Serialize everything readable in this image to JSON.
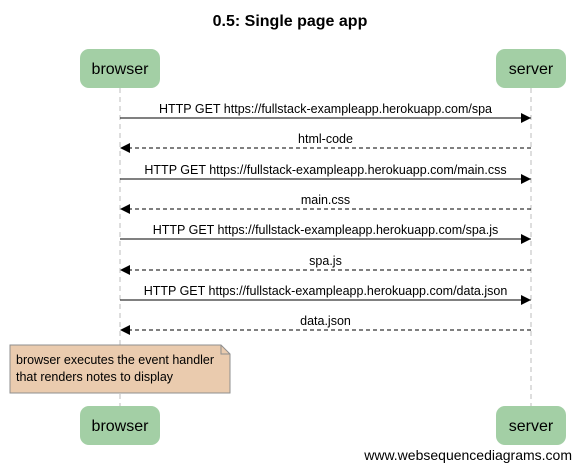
{
  "title": "0.5: Single page app",
  "actors": {
    "browser": "browser",
    "server": "server"
  },
  "messages": [
    {
      "text": "HTTP GET https://fullstack-exampleapp.herokuapp.com/spa",
      "from": "browser",
      "to": "server",
      "style": "solid"
    },
    {
      "text": "html-code",
      "from": "server",
      "to": "browser",
      "style": "dashed"
    },
    {
      "text": "HTTP GET https://fullstack-exampleapp.herokuapp.com/main.css",
      "from": "browser",
      "to": "server",
      "style": "solid"
    },
    {
      "text": "main.css",
      "from": "server",
      "to": "browser",
      "style": "dashed"
    },
    {
      "text": "HTTP GET https://fullstack-exampleapp.herokuapp.com/spa.js",
      "from": "browser",
      "to": "server",
      "style": "solid"
    },
    {
      "text": "spa.js",
      "from": "server",
      "to": "browser",
      "style": "dashed"
    },
    {
      "text": "HTTP GET https://fullstack-exampleapp.herokuapp.com/data.json",
      "from": "browser",
      "to": "server",
      "style": "solid"
    },
    {
      "text": "data.json",
      "from": "server",
      "to": "browser",
      "style": "dashed"
    }
  ],
  "note": {
    "lines": [
      "browser executes the event handler",
      "that renders notes to display"
    ]
  },
  "credit": "www.websequencediagrams.com",
  "colors": {
    "actor_fill": "#a3cfa5",
    "note_fill": "#eacbae",
    "note_border": "#8f8f8f",
    "lifeline": "#bdbdbd",
    "line": "#000000"
  }
}
